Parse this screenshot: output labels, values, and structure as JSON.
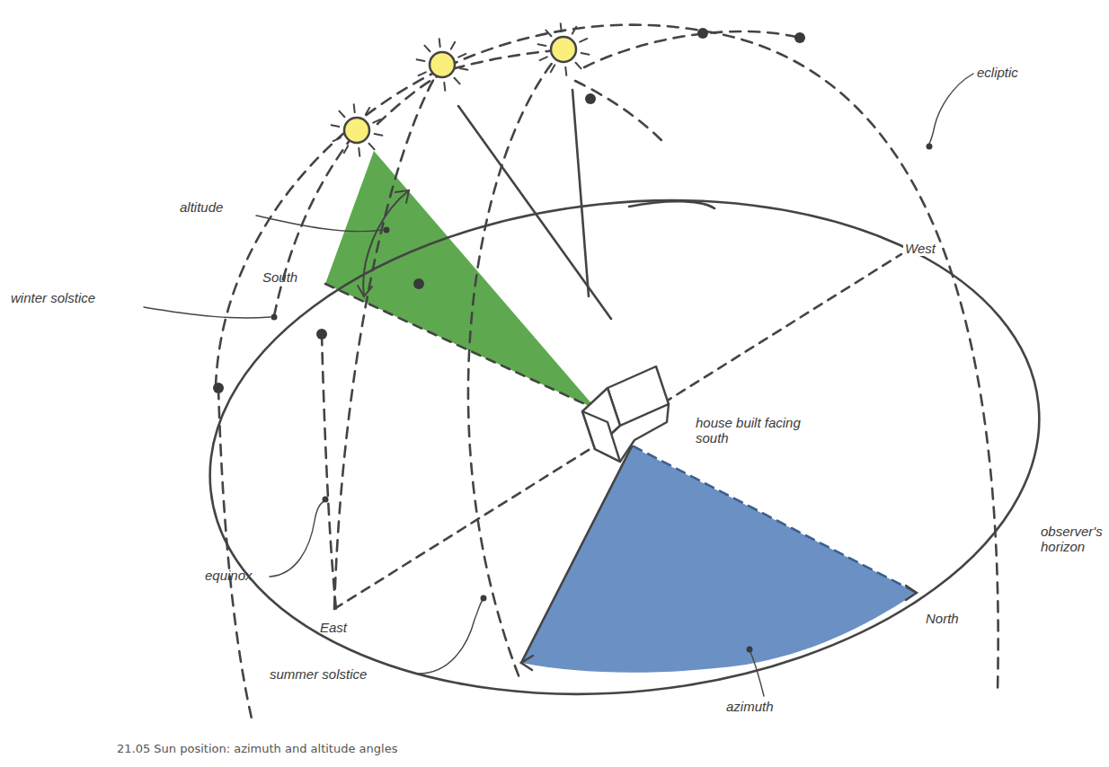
{
  "diagram": {
    "caption": "21.05 Sun position: azimuth and altitude angles",
    "labels": [
      "ecliptic",
      "altitude",
      "West",
      "South",
      "winter solstice",
      "house built facing south",
      "observer's horizon",
      "equinox",
      "East",
      "North",
      "summer solstice",
      "azimuth"
    ]
  }
}
